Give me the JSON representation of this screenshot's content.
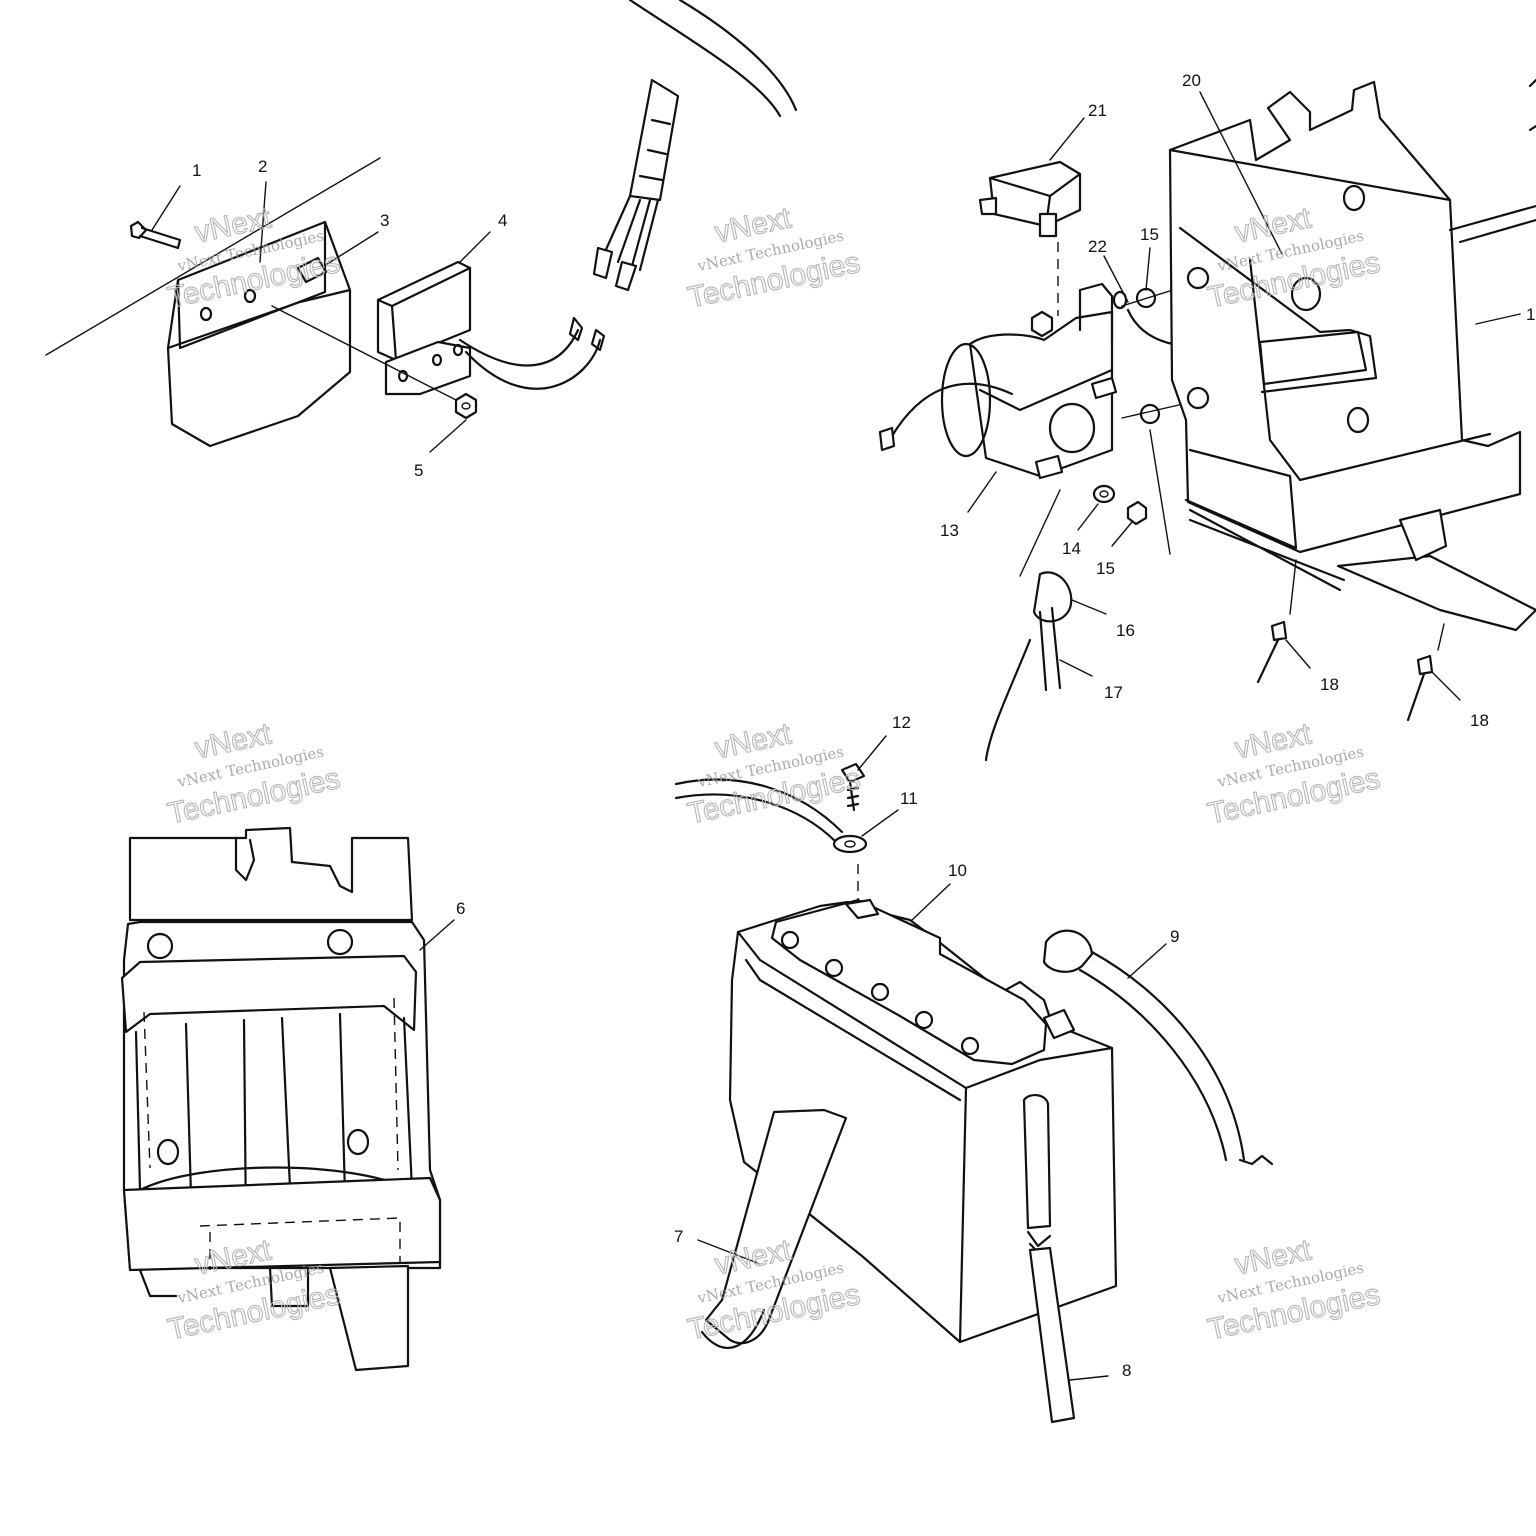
{
  "watermark": {
    "line1": "vNext",
    "line2": "vNext Technologies",
    "line3": "Technologies"
  },
  "callouts": [
    "1",
    "2",
    "3",
    "4",
    "5",
    "6",
    "7",
    "8",
    "9",
    "10",
    "11",
    "12",
    "13",
    "14",
    "15",
    "15",
    "16",
    "17",
    "18",
    "18",
    "20",
    "21",
    "22",
    "1"
  ]
}
